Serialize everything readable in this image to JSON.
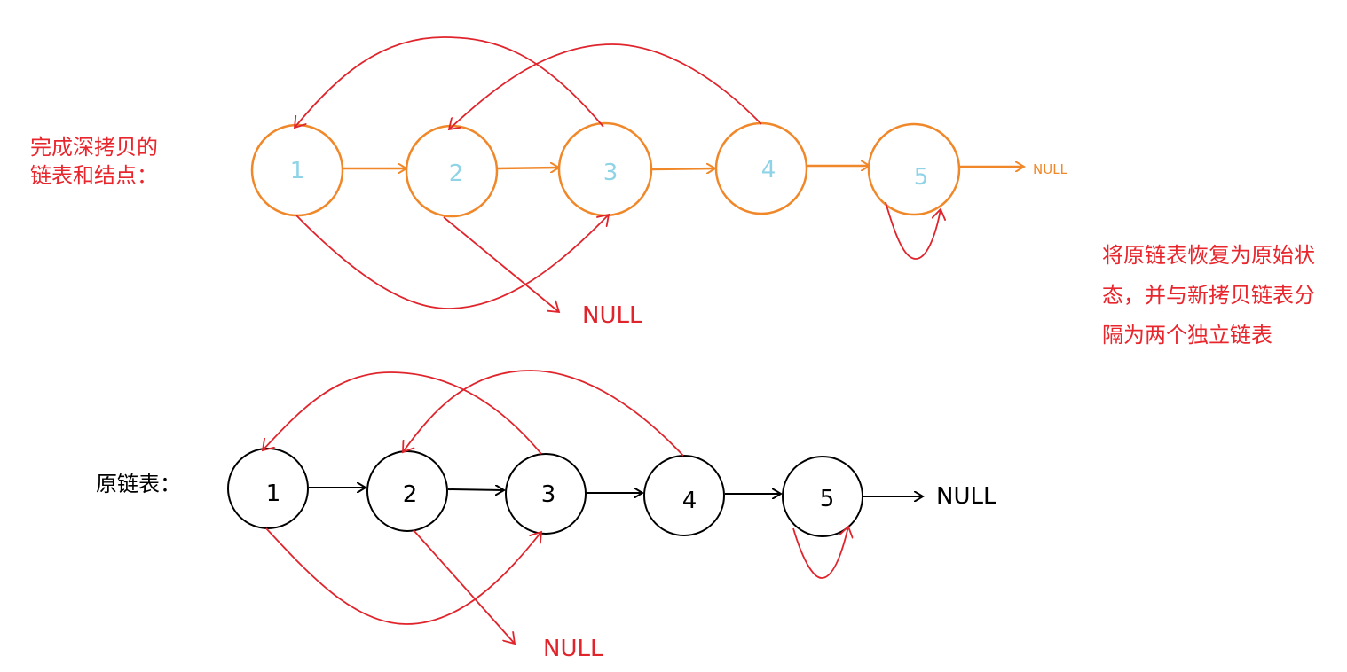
{
  "top_label": [
    "完成深拷贝的",
    "链表和结点："
  ],
  "bottom_label": "原链表：",
  "note": "将原链表恢复为原始状态，并与新拷贝链表分隔为两个独立链表",
  "top_list": {
    "nodes": [
      "1",
      "2",
      "3",
      "4",
      "5"
    ],
    "tail": "NULL",
    "random_null": "NULL"
  },
  "bottom_list": {
    "nodes": [
      "1",
      "2",
      "3",
      "4",
      "5"
    ],
    "tail": "NULL",
    "random_null": "NULL"
  },
  "colors": {
    "copy_stroke": "#f0882a",
    "copy_text": "#8fd3e6",
    "original_stroke": "#000000",
    "random_pointer": "#e0242c",
    "label": "#e8262d"
  }
}
